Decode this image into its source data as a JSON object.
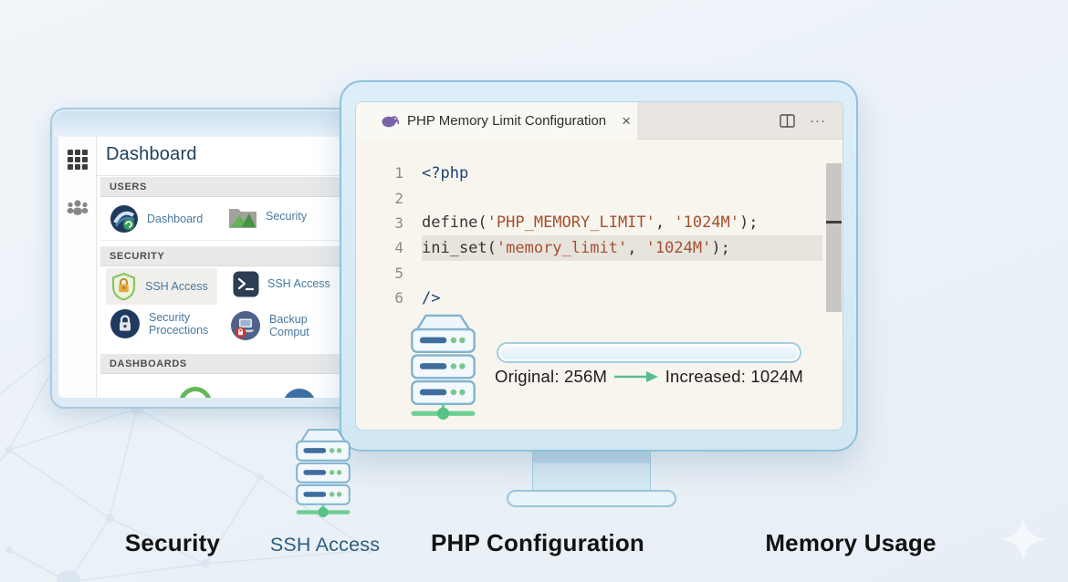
{
  "editor": {
    "tab_title": "PHP Memory Limit Configuration",
    "close_icon": "×",
    "more_icon": "···",
    "lines": [
      {
        "num": "1",
        "segments": [
          {
            "t": "<?php",
            "c": "tag"
          }
        ]
      },
      {
        "num": "2",
        "segments": []
      },
      {
        "num": "3",
        "segments": [
          {
            "t": "define(",
            "c": "plain"
          },
          {
            "t": "'PHP_MEMORY_LIMIT'",
            "c": "string"
          },
          {
            "t": ", ",
            "c": "plain"
          },
          {
            "t": "'1024M'",
            "c": "string"
          },
          {
            "t": ");",
            "c": "plain"
          }
        ]
      },
      {
        "num": "4",
        "highlighted": true,
        "segments": [
          {
            "t": "ini_set(",
            "c": "plain"
          },
          {
            "t": "'memory_limit'",
            "c": "string"
          },
          {
            "t": ", ",
            "c": "plain"
          },
          {
            "t": "'1024M'",
            "c": "string"
          },
          {
            "t": ");",
            "c": "plain"
          }
        ]
      },
      {
        "num": "5",
        "segments": []
      },
      {
        "num": "6",
        "segments": [
          {
            "t": "/>",
            "c": "tag"
          }
        ]
      }
    ]
  },
  "memory": {
    "original": "Original: 256M",
    "increased": "Increased: 1024M"
  },
  "dashboard": {
    "title": "Dashboard",
    "sections": [
      {
        "label": "USERS"
      },
      {
        "label": "SECURITY"
      },
      {
        "label": "DASHBOARDS"
      }
    ],
    "users_items": [
      {
        "label": "Dashboard",
        "icon": "app-logo-icon"
      },
      {
        "label": "Security",
        "icon": "folder-image-icon"
      }
    ],
    "security_items": [
      {
        "label": "SSH Access",
        "icon": "shield-lock-icon",
        "selected": true
      },
      {
        "label": "SSH Access",
        "icon": "terminal-icon"
      },
      {
        "label": "Security Procections",
        "icon": "padlock-circle-icon"
      },
      {
        "label": "Backup Comput",
        "icon": "backup-computer-icon"
      }
    ]
  },
  "captions": {
    "security": "Security",
    "ssh_access": "SSH Access",
    "php_configuration": "PHP Configuration",
    "memory_usage": "Memory Usage"
  },
  "colors": {
    "accent_green": "#58bd8e",
    "code_string": "#a5502e",
    "code_tag_navy": "#1d4370",
    "monitor_frame_blue": "#8fc2da",
    "caption_blue": "#2e5d7d"
  }
}
